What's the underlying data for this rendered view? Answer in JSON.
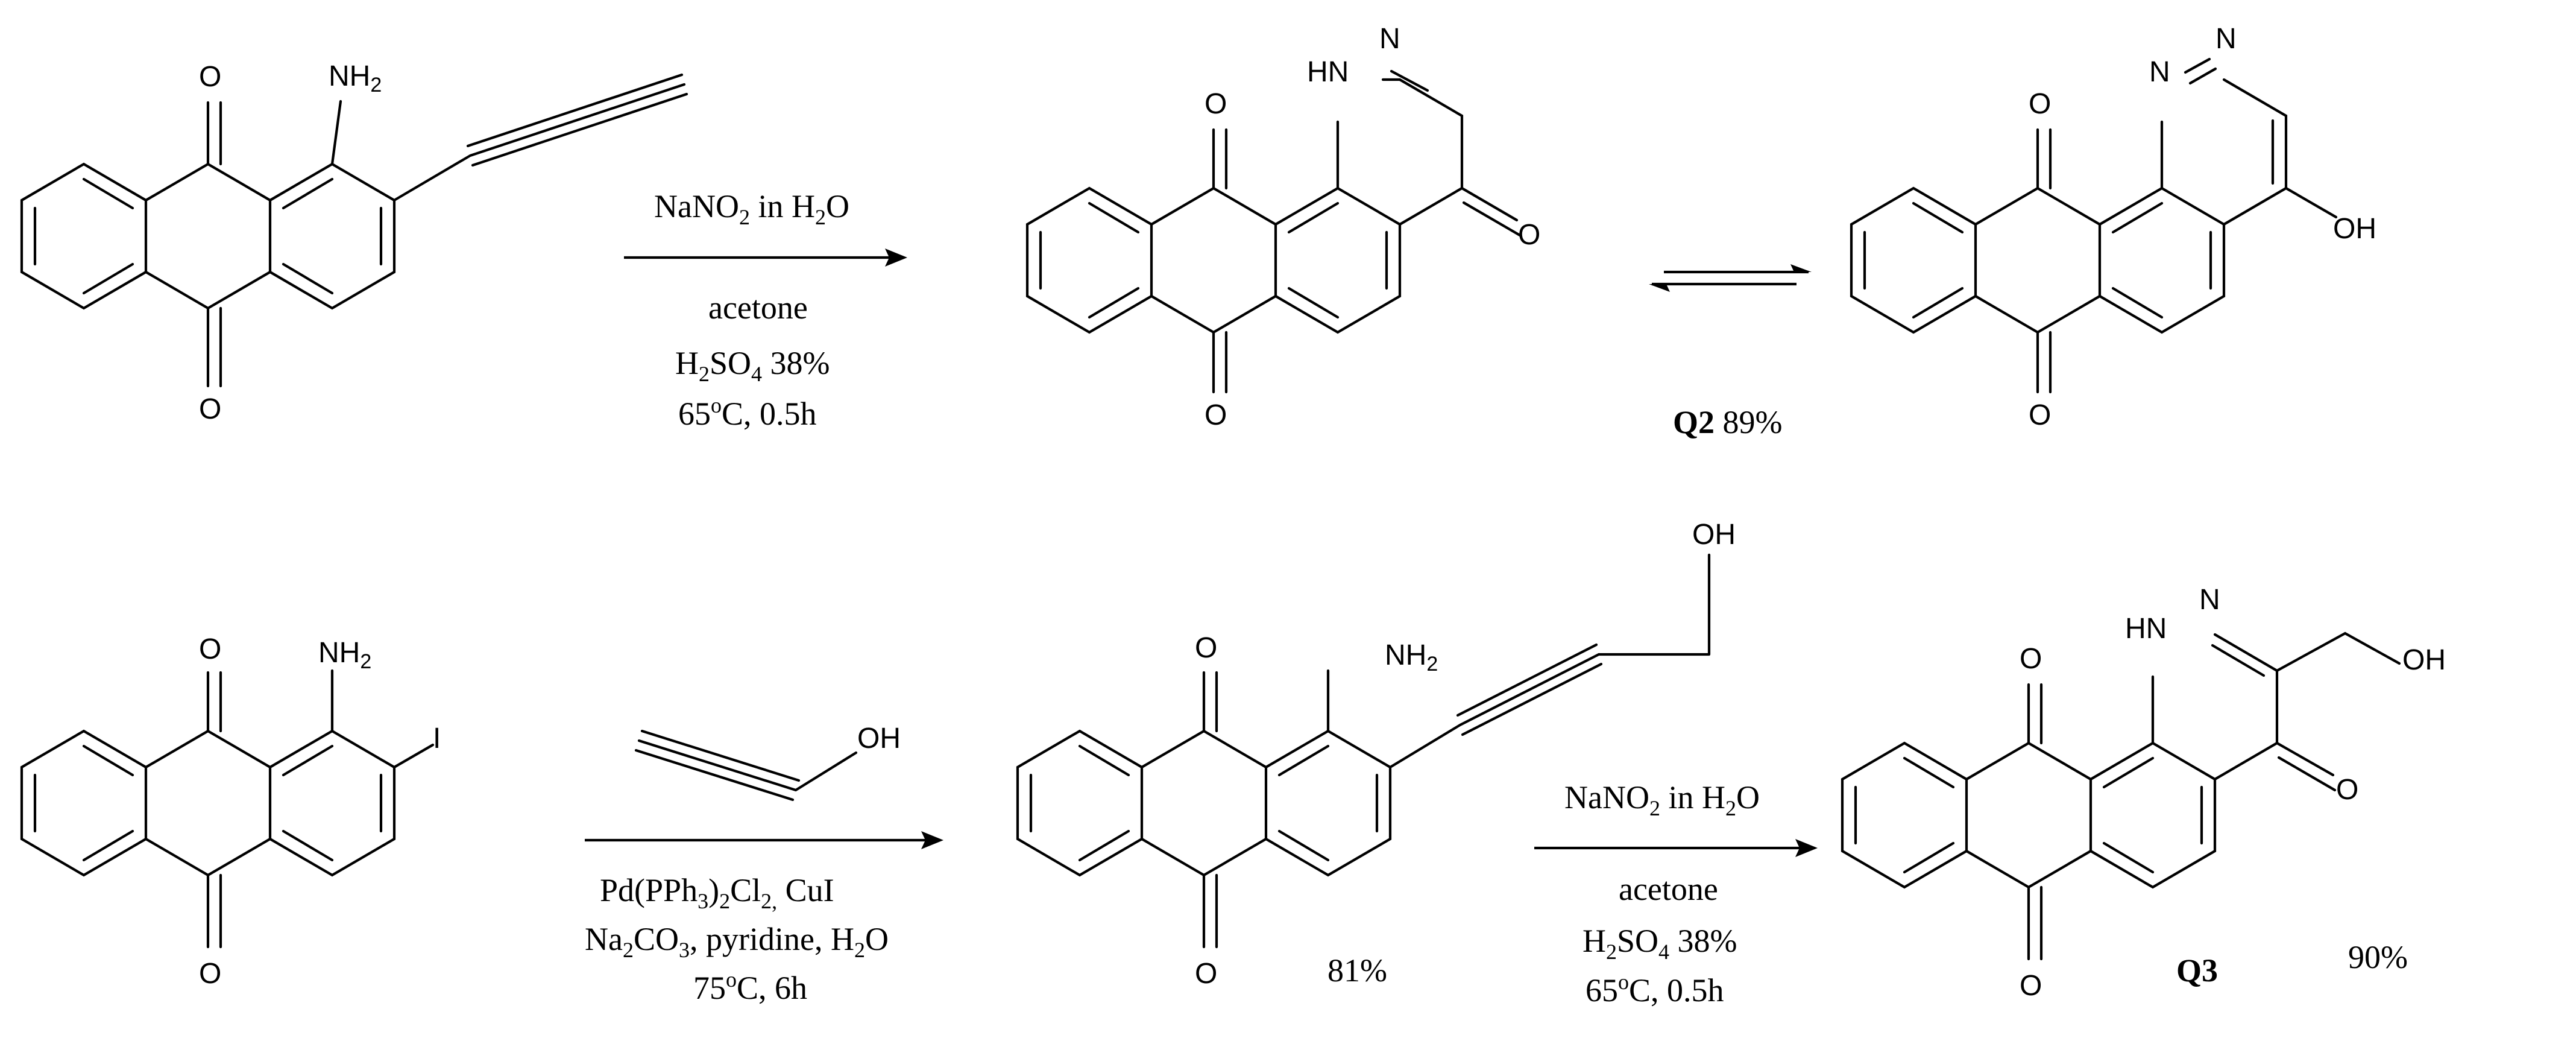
{
  "atoms": {
    "O": "O",
    "I": "I",
    "NH2": "NH",
    "NH2_sub": "2",
    "HN": "HN",
    "N": "N",
    "OH": "OH"
  },
  "reaction1": {
    "line1_a": "NaNO",
    "line1_sub": "2",
    "line1_b": " in H",
    "line1_sub2": "2",
    "line1_c": "O",
    "line2": "acetone",
    "line3_a": "H",
    "line3_sub": "2",
    "line3_b": "SO",
    "line3_sub2": "4",
    "line3_c": " 38%",
    "line4_a": "65",
    "line4_sup": "o",
    "line4_b": "C, 0.5h"
  },
  "reaction2": {
    "line1_a": "Pd(PPh",
    "line1_sub": "3",
    "line1_b": ")",
    "line1_sub2": "2",
    "line1_c": "Cl",
    "line1_sub3": "2,",
    "line1_d": " CuI",
    "line2_a": "Na",
    "line2_sub": "2",
    "line2_b": "CO",
    "line2_sub2": "3",
    "line2_c": ", pyridine, H",
    "line2_sub3": "2",
    "line2_d": "O",
    "line3_a": "75",
    "line3_sup": "o",
    "line3_b": "C, 6h"
  },
  "reaction3": {
    "line1_a": "NaNO",
    "line1_sub": "2",
    "line1_b": " in H",
    "line1_sub2": "2",
    "line1_c": "O",
    "line2": "acetone",
    "line3_a": "H",
    "line3_sub": "2",
    "line3_b": "SO",
    "line3_sub2": "4",
    "line3_c": " 38%",
    "line4_a": "65",
    "line4_sup": "o",
    "line4_b": "C, 0.5h"
  },
  "labels": {
    "q2": "Q2",
    "q2_yield": " 89%",
    "intermediate_yield": "81%",
    "q3": "Q3",
    "q3_yield": "90%"
  }
}
